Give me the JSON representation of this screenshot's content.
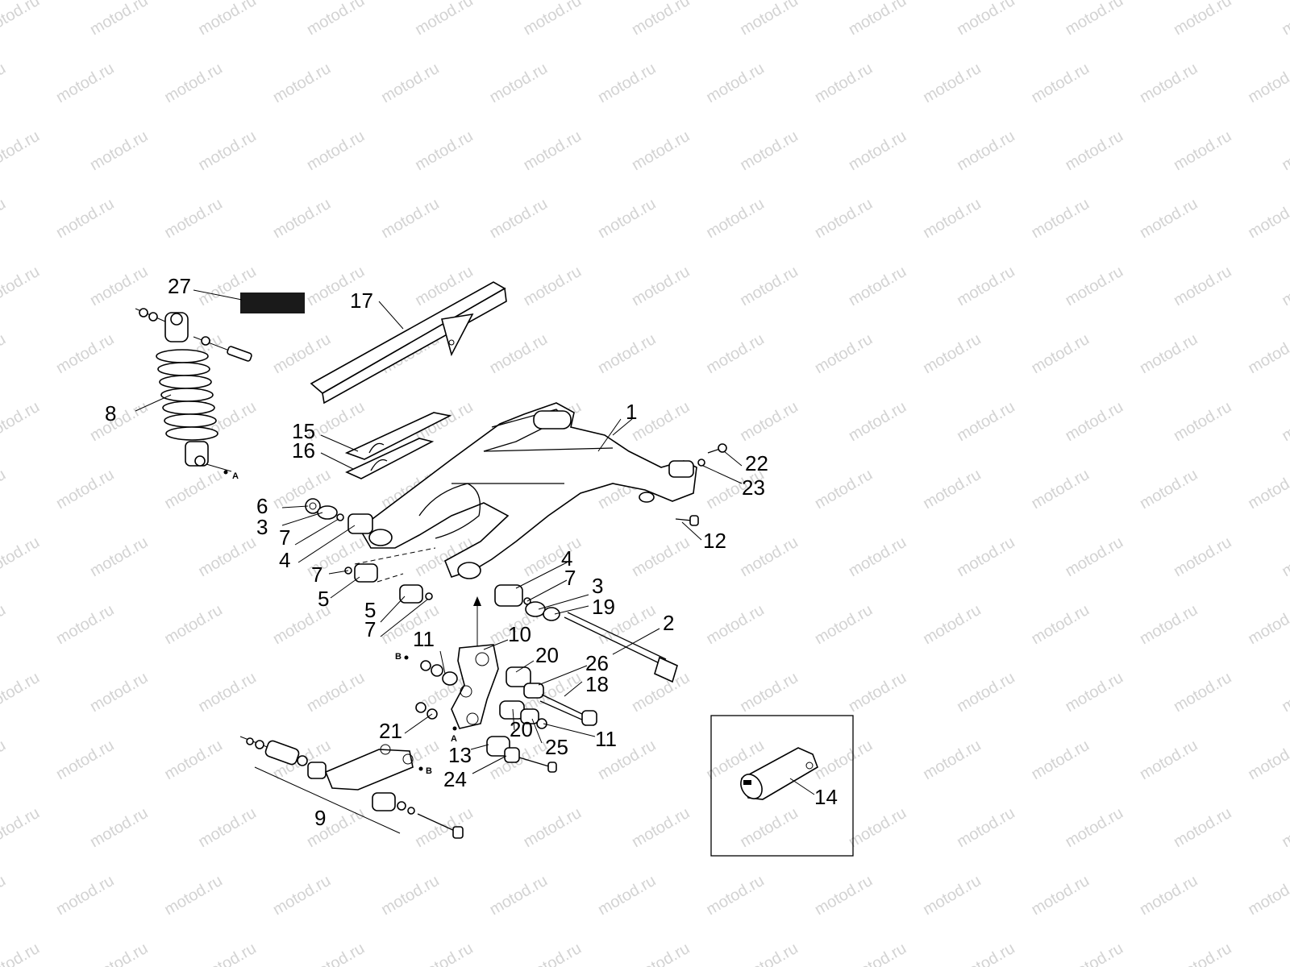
{
  "watermark": "motod.ru",
  "callouts": [
    "27",
    "17",
    "1",
    "8",
    "15",
    "16",
    "22",
    "23",
    "6",
    "3",
    "7",
    "4",
    "12",
    "7",
    "5",
    "4",
    "7",
    "3",
    "5",
    "7",
    "19",
    "2",
    "11",
    "10",
    "20",
    "26",
    "18",
    "21",
    "20",
    "25",
    "11",
    "13",
    "24",
    "9",
    "14"
  ],
  "markers": [
    "A",
    "A",
    "B",
    "B"
  ],
  "colors": {
    "line": "#000000",
    "watermark": "#d3d3d3",
    "background": "#ffffff"
  }
}
